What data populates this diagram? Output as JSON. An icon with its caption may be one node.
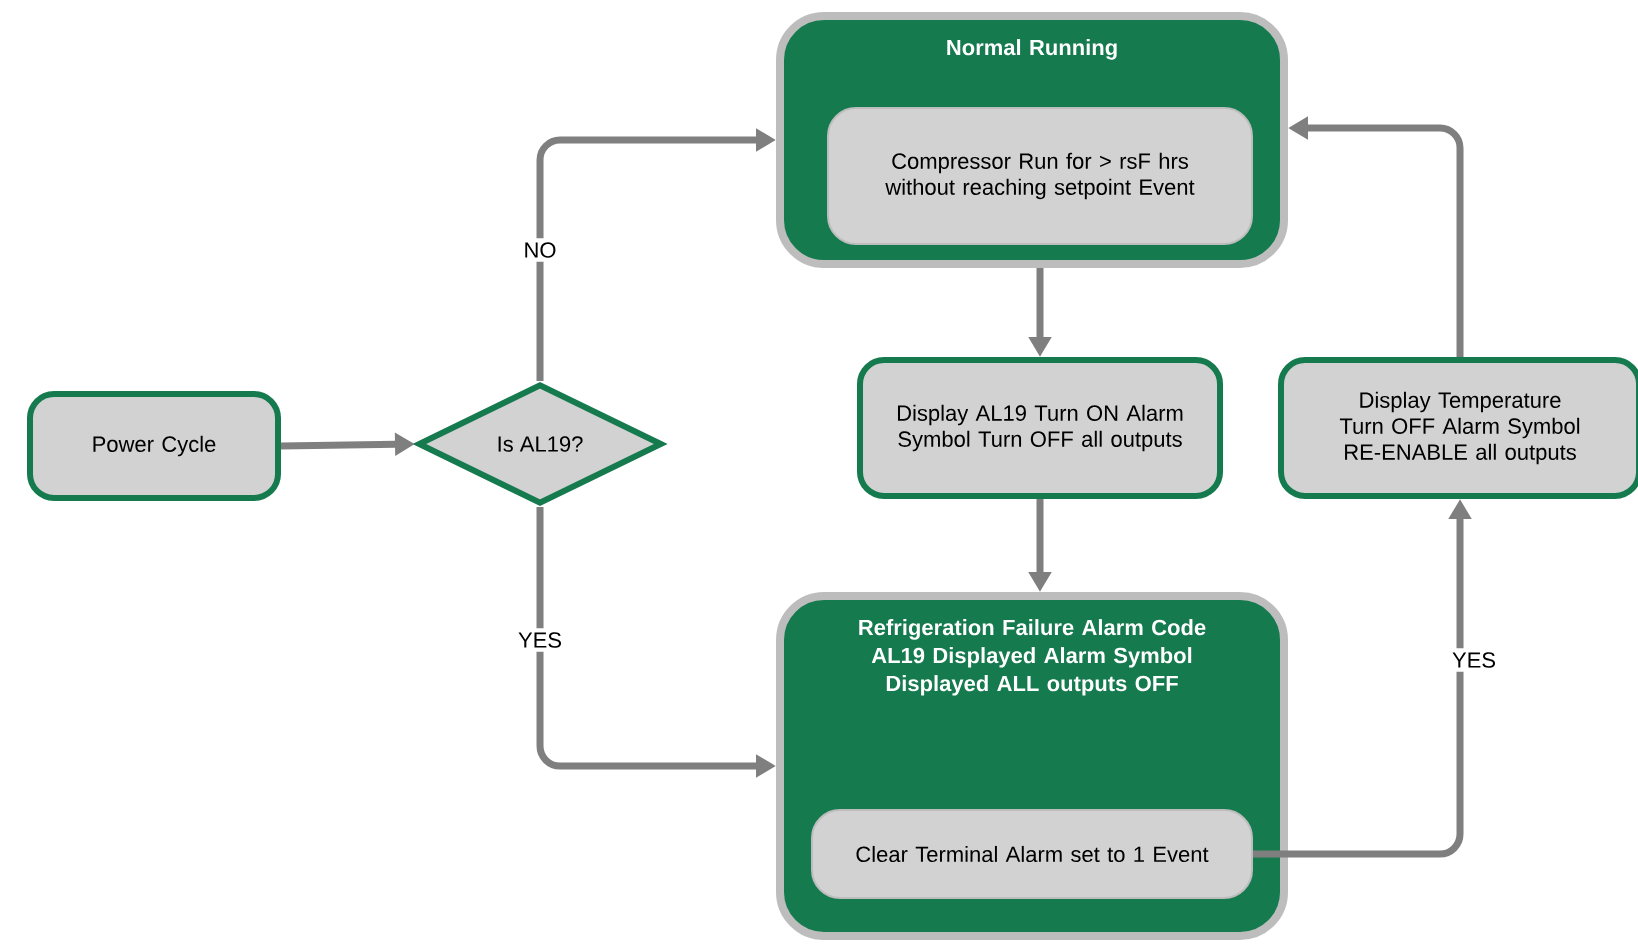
{
  "diagram": {
    "nodes": [
      {
        "text": [
          "Power Cycle"
        ]
      },
      {
        "text": [
          "Is AL19?"
        ]
      },
      {
        "text": [
          "Normal Running"
        ]
      },
      {
        "text": [
          "Compressor Run for > rsF hrs without reaching setpoint Event"
        ],
        "in": 2
      },
      {
        "text": [
          "Display AL19 Turn ON Alarm Symbol Turn OFF all outputs"
        ]
      },
      {
        "text": [
          "Display Temperature Turn OFF Alarm Symbol RE-ENABLE all outputs"
        ]
      },
      {
        "text": [
          "Refrigeration Failure Alarm Code AL19 Displayed Alarm Symbol Displayed ALL outputs OFF"
        ]
      },
      {
        "text": [
          "Clear Terminal Alarm set to 1 Event"
        ],
        "in": 6
      }
    ],
    "edges": [
      {
        "from": 0,
        "to": 1,
        "arrow": "to"
      },
      {
        "from": 1,
        "to": 2,
        "arrow": "to",
        "label": "NO"
      },
      {
        "from": 1,
        "to": 6,
        "arrow": "to",
        "label": "YES"
      },
      {
        "from": 2,
        "to": 4,
        "arrow": "to"
      },
      {
        "from": 4,
        "to": 6,
        "arrow": "to"
      },
      {
        "from": 7,
        "to": 5,
        "arrow": "to",
        "label": "YES"
      },
      {
        "from": 5,
        "to": 2,
        "arrow": "to"
      }
    ]
  }
}
